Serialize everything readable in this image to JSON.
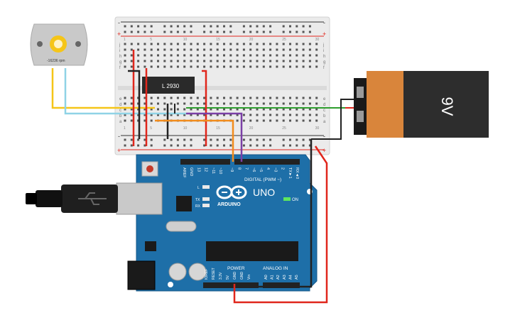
{
  "motor": {
    "rpm_label": "-16236 rpm"
  },
  "chip": {
    "label": "L 2930"
  },
  "battery": {
    "label": "9V"
  },
  "arduino": {
    "brand": "ARDUINO",
    "model": "UNO",
    "on_label": "ON",
    "digital_header": "DIGITAL (PWM ~)",
    "power_header": "POWER",
    "analog_header": "ANALOG IN",
    "tx_label": "TX",
    "rx_label": "RX",
    "l_label": "L",
    "top_pins": [
      "AREF",
      "GND",
      "13",
      "12",
      "~11",
      "~10",
      "~9",
      "8",
      "7",
      "~6",
      "~5",
      "4",
      "~3",
      "2",
      "TX►1",
      "RX◄0"
    ],
    "power_pins": [
      "IOREF",
      "RESET",
      "3.3V",
      "5V",
      "GND",
      "GND",
      "Vin"
    ],
    "analog_pins": [
      "A0",
      "A1",
      "A2",
      "A3",
      "A4",
      "A5"
    ]
  },
  "breadboard": {
    "row_letters_upper": [
      "j",
      "i",
      "h",
      "g",
      "f"
    ],
    "row_letters_lower": [
      "e",
      "d",
      "c",
      "b",
      "a"
    ],
    "rail_plus": "+",
    "rail_minus": "-",
    "column_numbers": [
      "1",
      "5",
      "10",
      "15",
      "20",
      "25",
      "30"
    ]
  },
  "wire_colors": {
    "red": "#e0261c",
    "black": "#222222",
    "yellow": "#f5c518",
    "light_blue": "#8fd3e6",
    "green": "#2e9e2e",
    "orange": "#f28c1c",
    "purple": "#7b3fa6"
  }
}
